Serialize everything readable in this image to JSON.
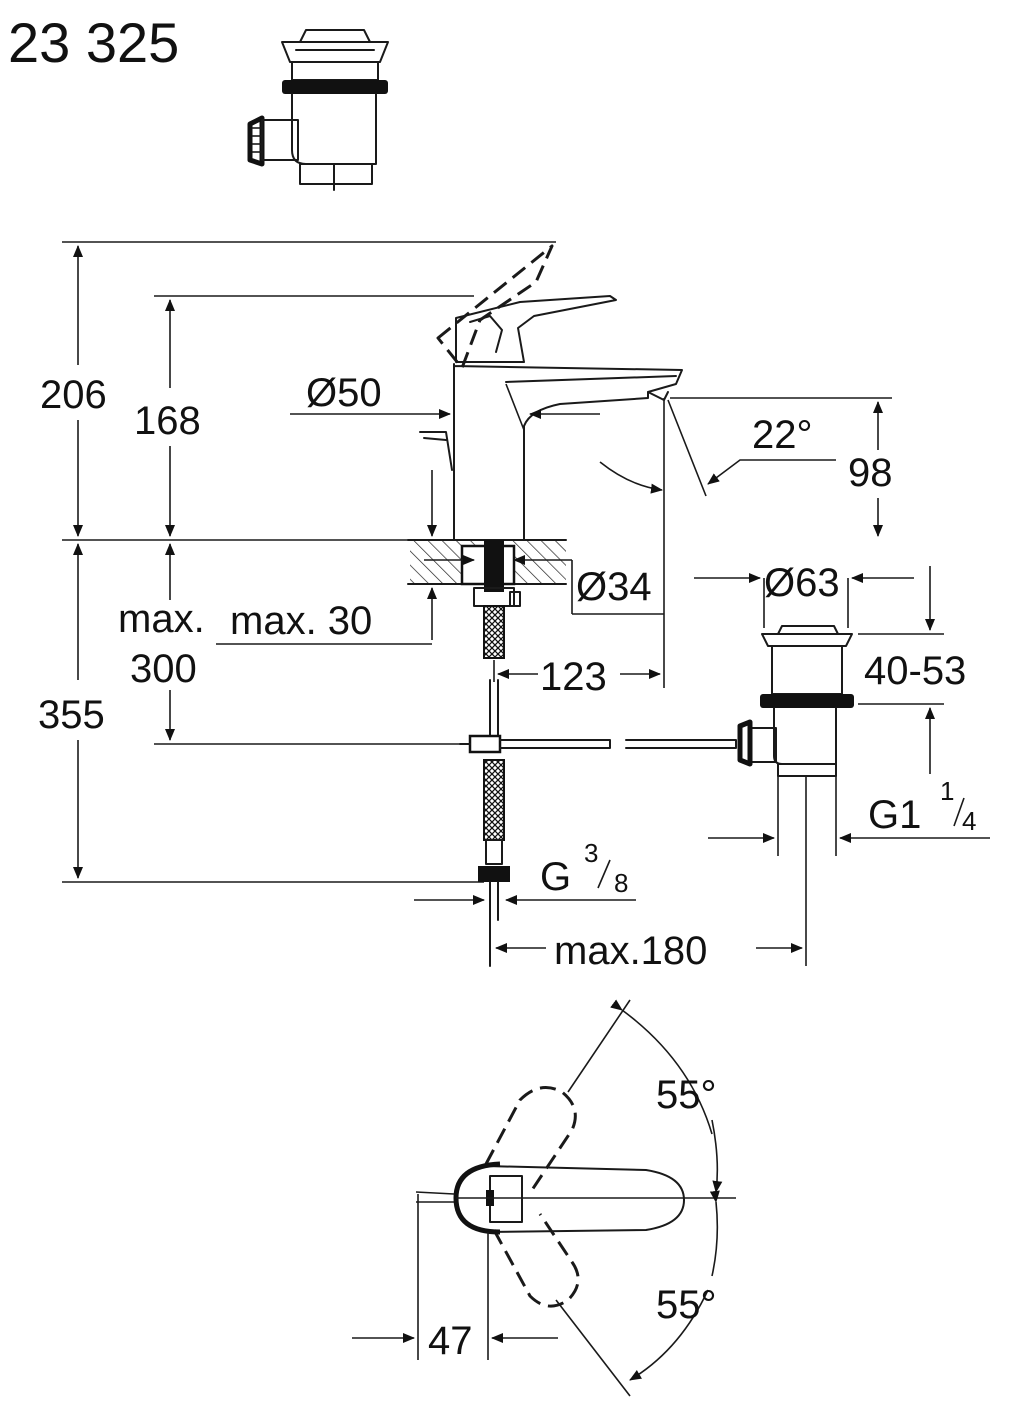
{
  "model": "23 325",
  "dims": {
    "h_total_lever": "206",
    "h_total": "168",
    "spout_dia": "Ø50",
    "angle_spout": "22°",
    "spout_height": "98",
    "base_dia": "Ø34",
    "waste_dia": "Ø63",
    "max_label": "max.",
    "max_value": "300",
    "max_30": "max. 30",
    "reach": "123",
    "waste_range": "40-53",
    "hose_length": "355",
    "waste_thread": "G1",
    "waste_thread_num": "1",
    "waste_thread_den": "4",
    "inlet_thread": "G",
    "inlet_thread_num": "3",
    "inlet_thread_den": "8",
    "max_180": "max.180",
    "angle_top": "55°",
    "angle_bottom": "55°",
    "lever_offset": "47"
  }
}
